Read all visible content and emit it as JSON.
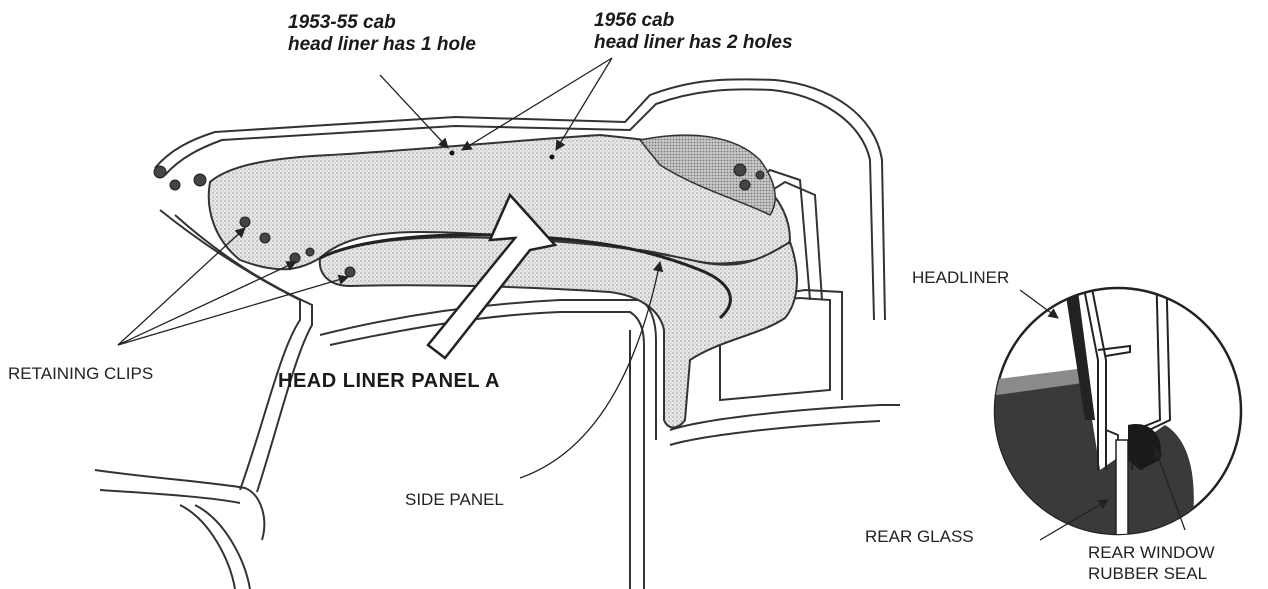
{
  "callouts": {
    "note_1953_line1": "1953-55 cab",
    "note_1953_line2": "head liner has 1 hole",
    "note_1956_line1": "1956 cab",
    "note_1956_line2": "head liner has 2 holes",
    "retaining_clips": "RETAINING CLIPS",
    "head_liner_panel": "HEAD LINER PANEL A",
    "side_panel": "SIDE PANEL",
    "headliner": "HEADLINER",
    "rear_glass": "REAR GLASS",
    "rear_seal_line1": "REAR WINDOW",
    "rear_seal_line2": "RUBBER SEAL"
  },
  "colors": {
    "ink": "#222222",
    "fabric": "#dcdcdc",
    "shadow": "#555555"
  }
}
